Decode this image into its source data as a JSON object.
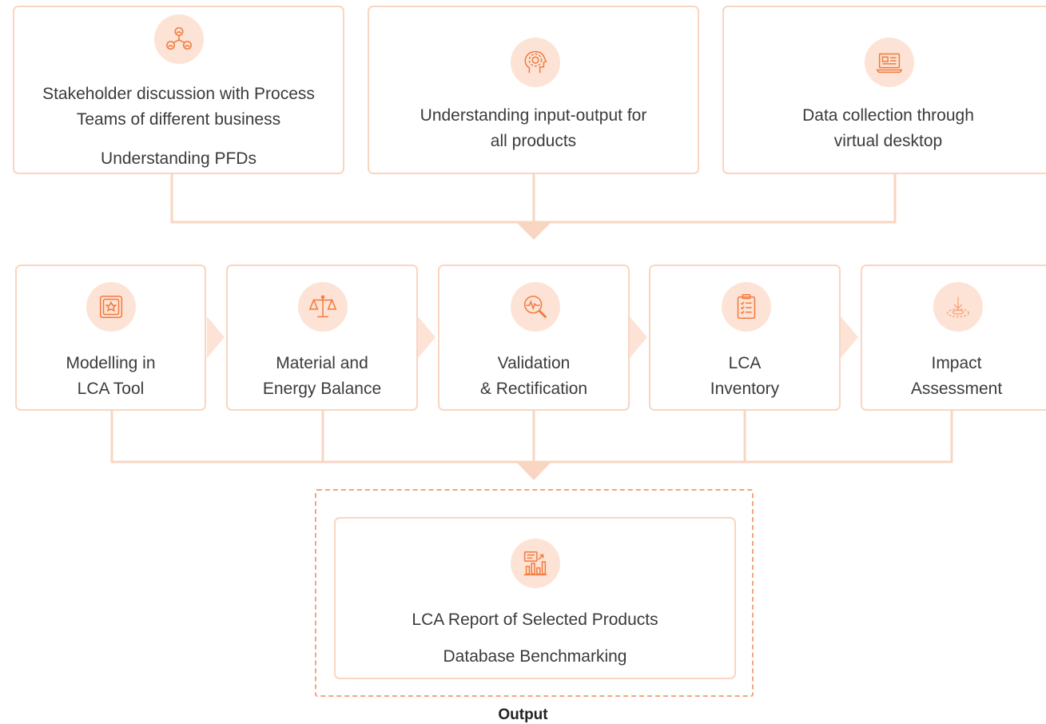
{
  "top_row": [
    {
      "icon": "people-network-icon",
      "lines": [
        "Stakeholder discussion with Process",
        "Teams of different business"
      ],
      "sub": "Understanding PFDs"
    },
    {
      "icon": "head-gear-icon",
      "lines": [
        "Understanding input-output for",
        "all products"
      ]
    },
    {
      "icon": "laptop-icon",
      "lines": [
        "Data collection through",
        "virtual desktop"
      ]
    }
  ],
  "middle_row": [
    {
      "icon": "modelling-tool-icon",
      "lines": [
        "Modelling in",
        "LCA Tool"
      ]
    },
    {
      "icon": "balance-scale-icon",
      "lines": [
        "Material and",
        "Energy Balance"
      ]
    },
    {
      "icon": "magnifier-pulse-icon",
      "lines": [
        "Validation",
        "& Rectification"
      ]
    },
    {
      "icon": "clipboard-checklist-icon",
      "lines": [
        "LCA",
        "Inventory"
      ]
    },
    {
      "icon": "impact-target-icon",
      "lines": [
        "Impact",
        "Assessment"
      ]
    }
  ],
  "output_box": {
    "icon": "report-chart-icon",
    "title": "LCA Report of Selected Products",
    "sub": "Database Benchmarking"
  },
  "output_label": "Output",
  "colors": {
    "accent": "#f27a3e",
    "border": "#f8d6c1",
    "icon_bg": "#fde3d5",
    "dashed": "#f4a57f"
  }
}
